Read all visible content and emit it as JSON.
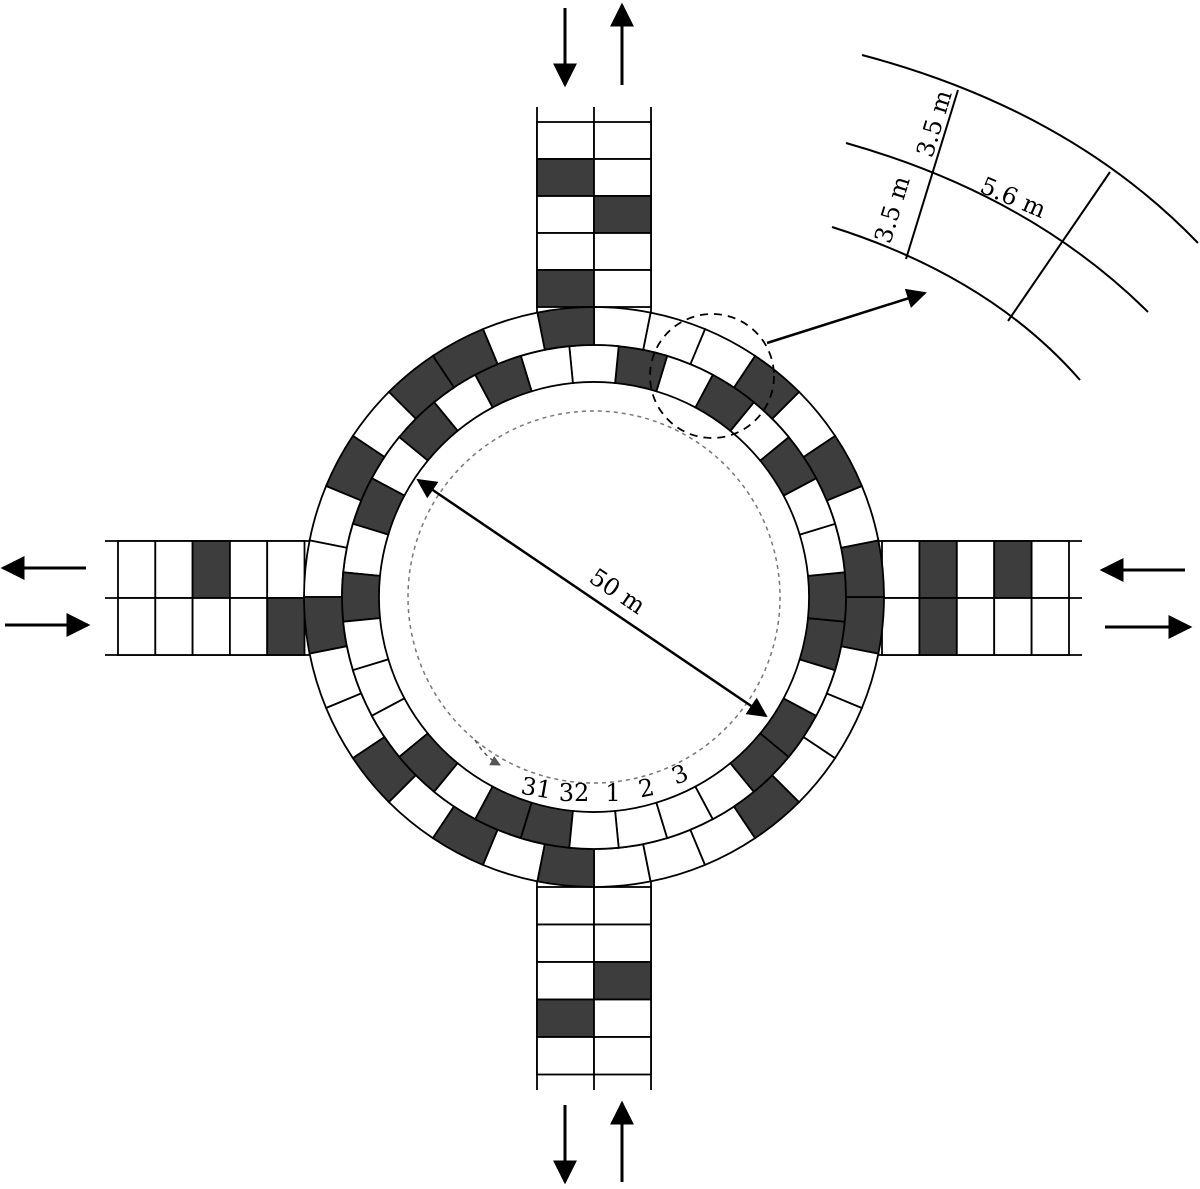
{
  "diameter_label": "50 m",
  "inset": {
    "lane_width_outer": "3.5 m",
    "lane_width_inner": "3.5 m",
    "cell_length": "5.6 m"
  },
  "cell_numbers": [
    "31",
    "32",
    "1",
    "2",
    "3"
  ],
  "colors": {
    "occupied": "#3d3d3d",
    "empty": "#ffffff",
    "line": "#000000"
  },
  "ring": {
    "cells_per_lane": 32,
    "occupied_outer": [
      3,
      7,
      8,
      10,
      12,
      16,
      18,
      19,
      21,
      24,
      27,
      29,
      31
    ],
    "occupied_inner": [
      3,
      4,
      6,
      7,
      10,
      12,
      14,
      17,
      19,
      21,
      23,
      27,
      29,
      30
    ]
  },
  "approaches": {
    "north": {
      "left_lane_occupied": [
        1,
        4
      ],
      "right_lane_occupied": [
        2
      ]
    },
    "south": {
      "left_lane_occupied": [
        3
      ],
      "right_lane_occupied": [
        2
      ]
    },
    "west": {
      "top_lane_occupied": [
        2
      ],
      "bottom_lane_occupied": [
        4
      ]
    },
    "east": {
      "top_lane_occupied": [
        1,
        3
      ],
      "bottom_lane_occupied": [
        1
      ]
    }
  },
  "arrows": [
    "north-inbound-arrow-icon",
    "north-outbound-arrow-icon",
    "south-outbound-arrow-icon",
    "south-inbound-arrow-icon",
    "west-outbound-arrow-icon",
    "west-inbound-arrow-icon",
    "east-inbound-arrow-icon",
    "east-outbound-arrow-icon"
  ]
}
